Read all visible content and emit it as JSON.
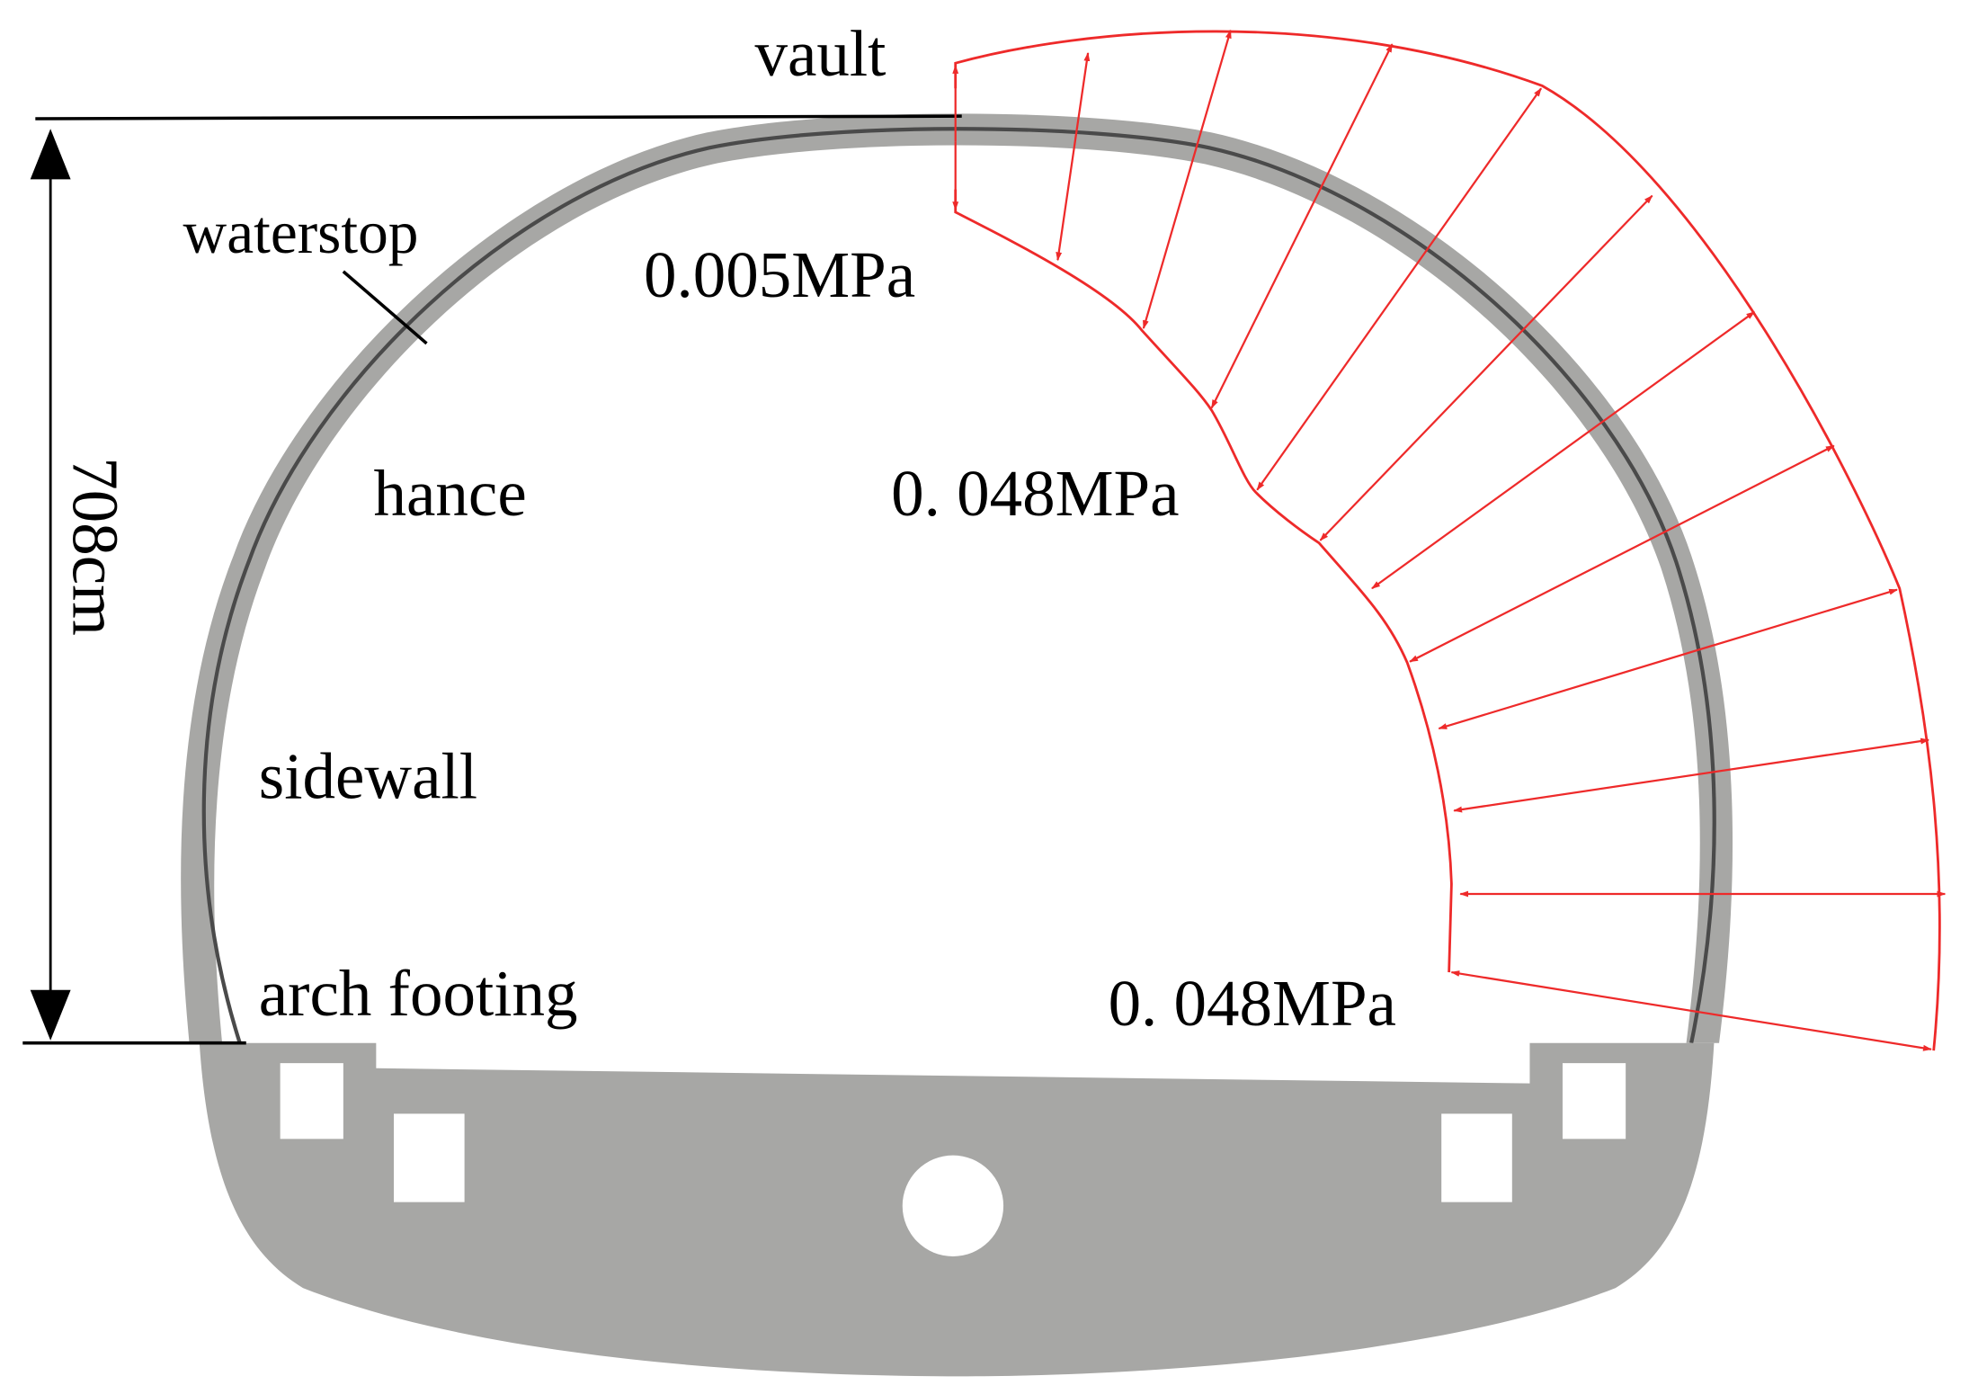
{
  "figure": {
    "title": "Tunnel lining cross-section with water pressure distribution",
    "labels": {
      "vault": "vault",
      "waterstop": "waterstop",
      "hance": "hance",
      "sidewall": "sidewall",
      "arch_footing": "arch footing",
      "height_dimension": "708cm"
    },
    "pressures": {
      "vault_pressure": "0.005MPa",
      "hance_pressure": "0. 048MPa",
      "footing_pressure": "0. 048MPa"
    },
    "colors": {
      "lining": "#a7a7a5",
      "waterstop_line": "#4a4a4a",
      "pressure_diagram": "#ee2a2a",
      "dimension_line": "#000000",
      "background": "#ffffff"
    }
  }
}
